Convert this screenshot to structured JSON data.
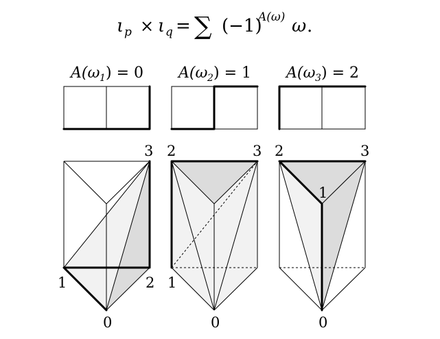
{
  "formula": {
    "lhs_a": "ι",
    "lhs_a_sub": "p",
    "times": "×",
    "lhs_b": "ι",
    "lhs_b_sub": "q",
    "equals": "=",
    "sum": "∑",
    "paren": "(−1)",
    "exponent": "A(ω)",
    "omega": "ω",
    "period": "."
  },
  "panels": [
    {
      "label_fn": "A(ω",
      "label_sub": "1",
      "label_val": ") = 0",
      "vertices": {
        "v0": "0",
        "v1": "1",
        "v2": "2",
        "v3": "3"
      }
    },
    {
      "label_fn": "A(ω",
      "label_sub": "2",
      "label_val": ") = 1",
      "vertices": {
        "v0": "0",
        "v1": "1",
        "v2": "2",
        "v3": "3"
      }
    },
    {
      "label_fn": "A(ω",
      "label_sub": "3",
      "label_val": ") = 2",
      "vertices": {
        "v0": "0",
        "v1": "1",
        "v2": "2",
        "v3": "3"
      }
    }
  ],
  "colors": {
    "shade_light": "#f2f2f2",
    "shade_dark": "#dcdcdc",
    "ink": "#000000"
  }
}
